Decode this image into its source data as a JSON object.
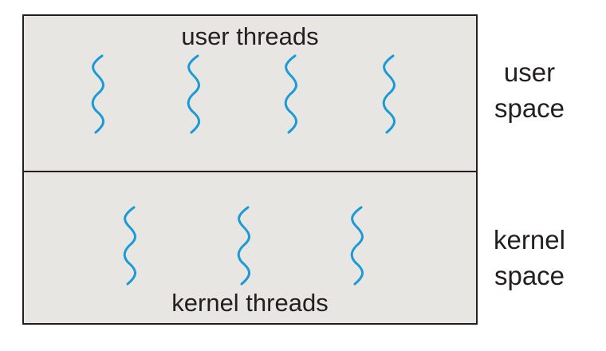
{
  "user_region": {
    "title": "user threads",
    "side_label_line1": "user",
    "side_label_line2": "space",
    "thread_count": 4
  },
  "kernel_region": {
    "title": "kernel threads",
    "side_label_line1": "kernel",
    "side_label_line2": "space",
    "thread_count": 3
  },
  "colors": {
    "thread": "#1a9ad6",
    "pane_fill": "#e8e6e3",
    "border": "#231f20",
    "text": "#231f20"
  },
  "icons": {
    "thread": "squiggle-thread-icon"
  }
}
